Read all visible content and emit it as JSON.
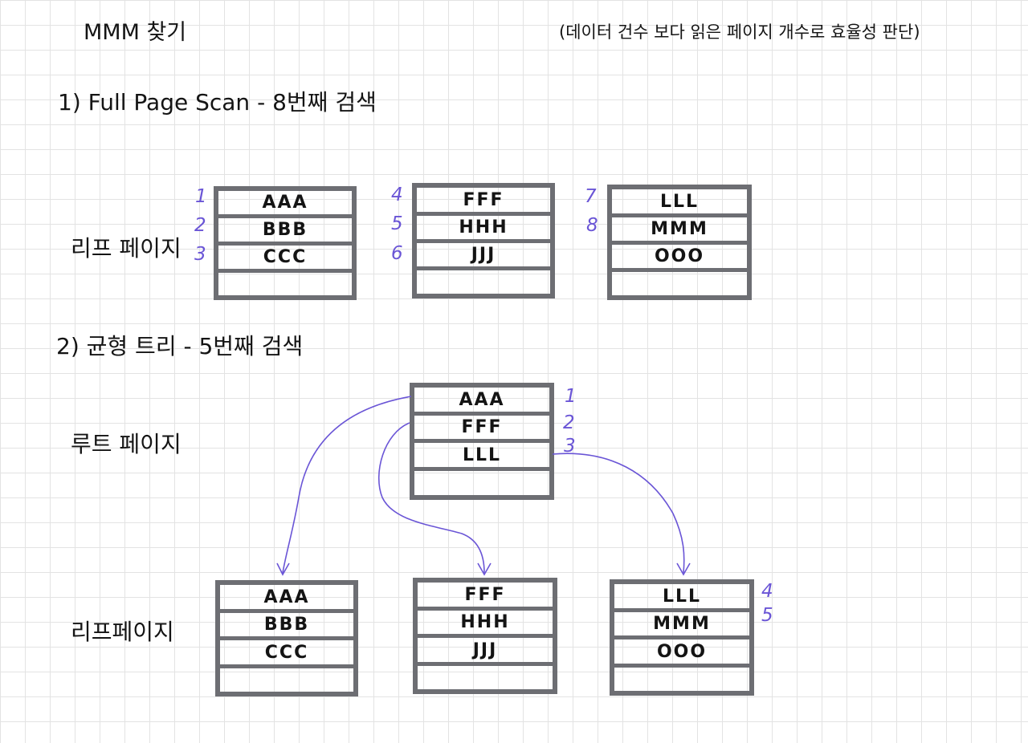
{
  "header": {
    "title": "MMM 찾기",
    "note": "(데이터 건수 보다  읽은 페이지 개수로 효율성 판단)"
  },
  "section1": {
    "heading": "1) Full Page Scan  -  8번째 검색",
    "leaf_label": "리프 페이지",
    "pages": [
      {
        "rows": [
          "AAA",
          "BBB",
          "CCC",
          ""
        ],
        "order": [
          "1",
          "2",
          "3"
        ]
      },
      {
        "rows": [
          "FFF",
          "HHH",
          "JJJ",
          ""
        ],
        "order": [
          "4",
          "5",
          "6"
        ]
      },
      {
        "rows": [
          "LLL",
          "MMM",
          "OOO",
          ""
        ],
        "order": [
          "7",
          "8"
        ]
      }
    ]
  },
  "section2": {
    "heading": "2) 균형 트리  -  5번째 검색",
    "root_label": "루트 페이지",
    "leaf_label": "리프페이지",
    "root": {
      "rows": [
        "AAA",
        "FFF",
        "LLL",
        ""
      ],
      "order": [
        "1",
        "2",
        "3"
      ]
    },
    "leaves": [
      {
        "rows": [
          "AAA",
          "BBB",
          "CCC",
          ""
        ]
      },
      {
        "rows": [
          "FFF",
          "HHH",
          "JJJ",
          ""
        ]
      },
      {
        "rows": [
          "LLL",
          "MMM",
          "OOO",
          ""
        ],
        "order": [
          "4",
          "5"
        ]
      }
    ]
  },
  "colors": {
    "ink": "#141414",
    "page_border": "#6d6e73",
    "annotation": "#6a55d6",
    "grid": "#e3e3e3"
  }
}
